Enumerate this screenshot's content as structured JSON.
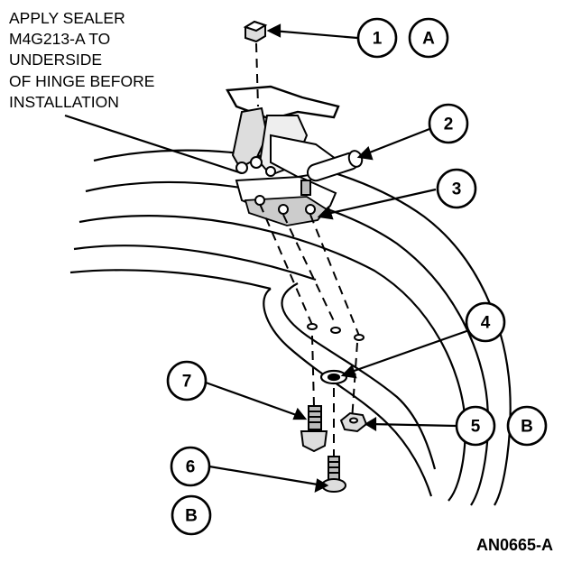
{
  "note": {
    "lines": [
      "APPLY SEALER",
      "M4G213-A TO",
      "UNDERSIDE",
      "OF HINGE BEFORE",
      "INSTALLATION"
    ]
  },
  "callouts": {
    "c1": "1",
    "c1_letter": "A",
    "c2": "2",
    "c3": "3",
    "c4": "4",
    "c5": "5",
    "c5_letter": "B",
    "c6": "6",
    "c6_letter": "B",
    "c7": "7"
  },
  "figure_id": "AN0665-A"
}
